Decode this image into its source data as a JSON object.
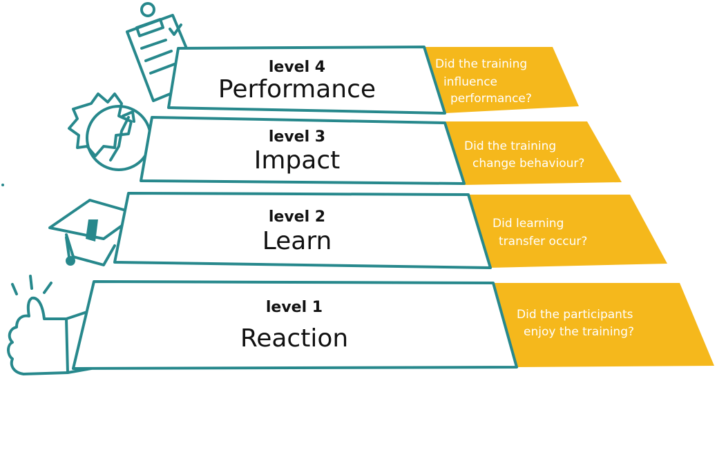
{
  "levels": [
    {
      "level": "level 4",
      "name": "Performance",
      "question": [
        "Did the training",
        "influence",
        "performance?"
      ]
    },
    {
      "level": "level 3",
      "name": "Impact",
      "question": [
        "Did the training",
        "change behaviour?"
      ]
    },
    {
      "level": "level 2",
      "name": "Learn",
      "question": [
        "Did learning",
        "transfer occur?"
      ]
    },
    {
      "level": "level 1",
      "name": "Reaction",
      "question": [
        "Did the participants",
        "enjoy the training?"
      ]
    }
  ],
  "colors": {
    "teal": "#27888c",
    "yellow": "#f5b81c"
  },
  "icons": [
    "clipboard-icon",
    "gear-arrow-icon",
    "graduation-cap-icon",
    "thumbs-up-icon"
  ]
}
